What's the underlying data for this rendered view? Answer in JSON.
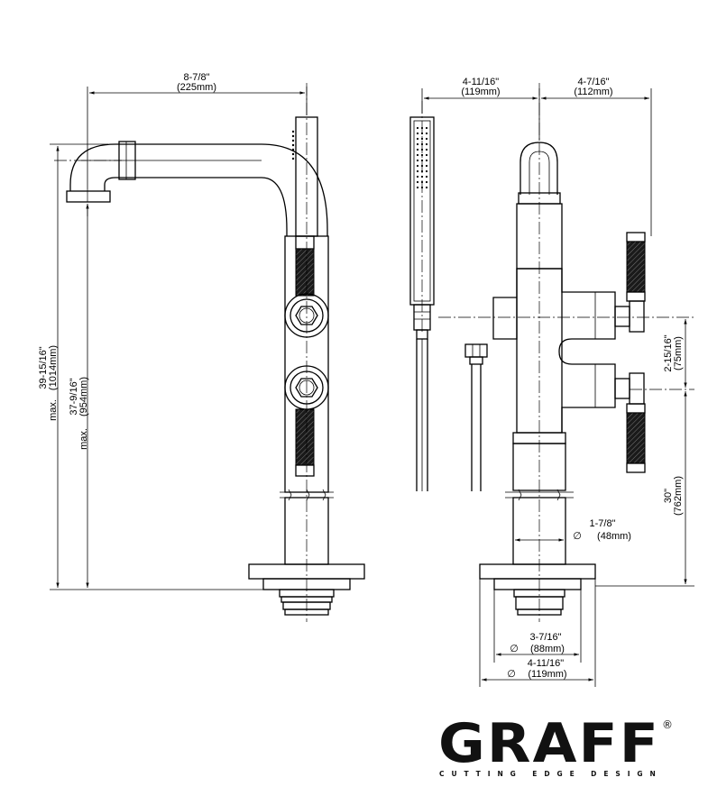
{
  "side_view": {
    "dims": {
      "reach_in": "8-7/8\"",
      "reach_mm": "(225mm)",
      "height_total_in": "39-15/16\"",
      "height_total_mm": "(1014mm)",
      "height_total_prefix": "max.",
      "height_spout_in": "37-9/16\"",
      "height_spout_mm": "(954mm)",
      "height_spout_prefix": "max."
    }
  },
  "front_view": {
    "dims": {
      "left_in": "4-11/16\"",
      "left_mm": "(119mm)",
      "right_in": "4-7/16\"",
      "right_mm": "(112mm)",
      "handle_gap_in": "2-15/16\"",
      "handle_gap_mm": "(75mm)",
      "base_height_in": "30\"",
      "base_height_mm": "(762mm)",
      "tube_dia_in": "1-7/8\"",
      "tube_dia_mm": "(48mm)",
      "inner_dia_in": "3-7/16\"",
      "inner_dia_mm": "(88mm)",
      "outer_dia_in": "4-11/16\"",
      "outer_dia_mm": "(119mm)",
      "dia_symbol": "∅"
    }
  },
  "brand": {
    "name": "GRAFF",
    "registered": "®",
    "tagline": "CUTTING EDGE DESIGN"
  }
}
